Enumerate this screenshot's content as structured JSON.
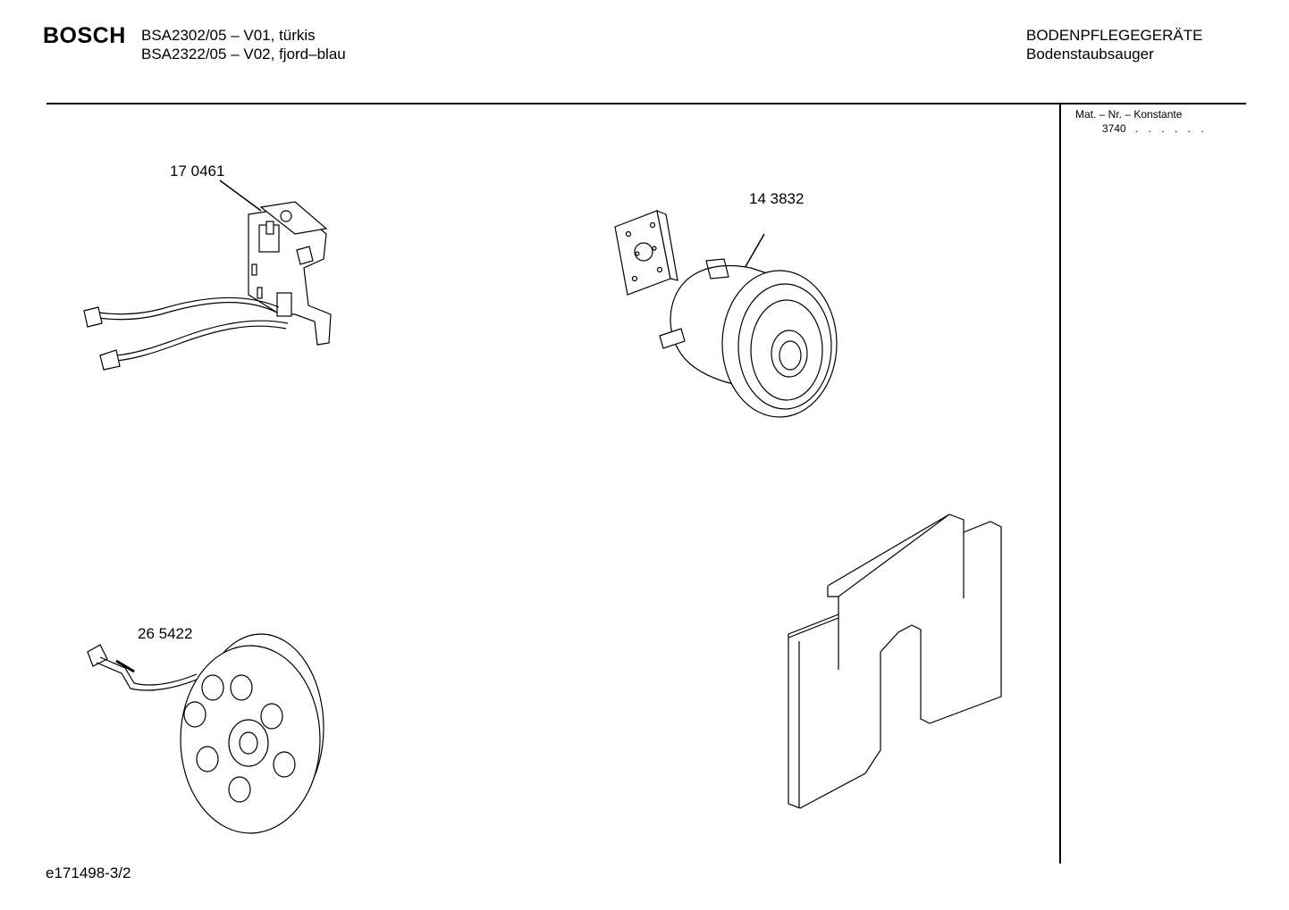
{
  "header": {
    "brand": "BOSCH",
    "model_lines": [
      "BSA2302/05 – V01, türkis",
      "BSA2322/05 – V02, fjord–blau"
    ],
    "category": "BODENPFLEGEGERÄTE",
    "subcategory": "Bodenstaubsauger"
  },
  "sidebar": {
    "material_label": "Mat. – Nr. – Konstante",
    "material_value": "3740",
    "material_dots": ". .   . . . ."
  },
  "parts": [
    {
      "number": "17 0461",
      "icon": "switch-bracket-with-wires"
    },
    {
      "number": "14 3832",
      "icon": "motor-with-mount"
    },
    {
      "number": "26 5422",
      "icon": "cable-reel"
    }
  ],
  "footer": {
    "doc_id": "e171498-3/2"
  }
}
